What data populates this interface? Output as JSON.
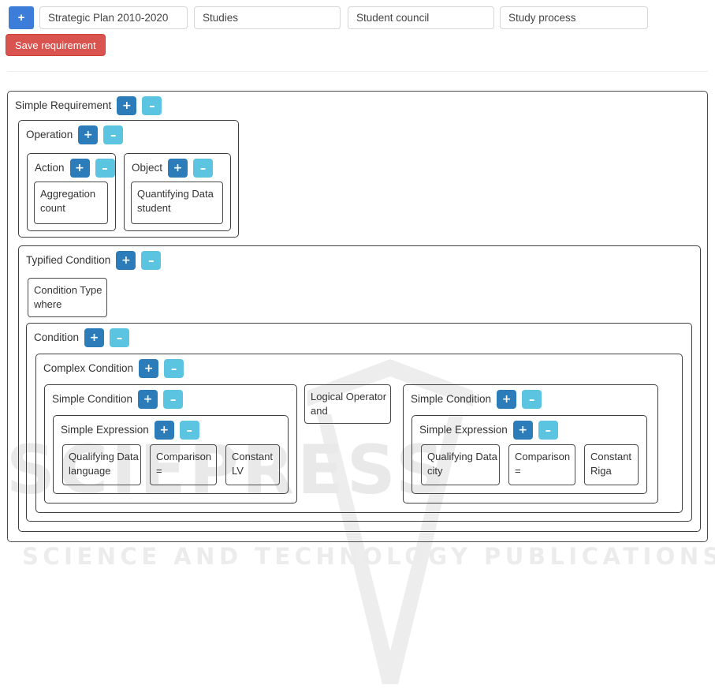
{
  "toolbar": {
    "add_button_label": "+",
    "save_button_label": "Save requirement",
    "fields": [
      {
        "name": "strategic-plan",
        "value": "Strategic Plan 2010-2020",
        "placeholder": ""
      },
      {
        "name": "studies",
        "value": "Studies",
        "placeholder": ""
      },
      {
        "name": "student-council",
        "value": "Student council",
        "placeholder": ""
      },
      {
        "name": "study-process",
        "value": "Study process",
        "placeholder": ""
      }
    ]
  },
  "buttons": {
    "plus": "+",
    "minus": "–"
  },
  "colors": {
    "plus": "#2b7cb9",
    "minus": "#5bc4e0",
    "toolbar_add": "#3b7dd8",
    "save": "#d9534f",
    "box_border": "#4b4b4b"
  },
  "tree": {
    "simple_requirement": {
      "label": "Simple Requirement"
    },
    "operation": {
      "label": "Operation"
    },
    "action": {
      "label": "Action",
      "leaf": {
        "name": "Aggregation",
        "value": "count"
      }
    },
    "object": {
      "label": "Object",
      "leaf": {
        "name": "Quantifying Data",
        "value": "student"
      }
    },
    "typified_condition": {
      "label": "Typified Condition"
    },
    "condition_type": {
      "name": "Condition Type",
      "value": "where"
    },
    "condition": {
      "label": "Condition"
    },
    "complex_condition": {
      "label": "Complex Condition"
    },
    "logical_operator": {
      "name": "Logical Operator",
      "value": "and"
    },
    "simple_condition_left": {
      "label": "Simple Condition"
    },
    "simple_expression_left": {
      "label": "Simple Expression",
      "qualifying_data": {
        "name": "Qualifying Data",
        "value": "language"
      },
      "comparison": {
        "name": "Comparison",
        "value": "="
      },
      "constant": {
        "name": "Constant",
        "value": "LV"
      }
    },
    "simple_condition_right": {
      "label": "Simple Condition"
    },
    "simple_expression_right": {
      "label": "Simple Expression",
      "qualifying_data": {
        "name": "Qualifying Data",
        "value": "city"
      },
      "comparison": {
        "name": "Comparison",
        "value": "="
      },
      "constant": {
        "name": "Constant",
        "value": "Riga"
      }
    }
  },
  "watermark": {
    "big": "SCIEPRESS",
    "small": "SCIENCE AND TECHNOLOGY PUBLICATIONS"
  }
}
